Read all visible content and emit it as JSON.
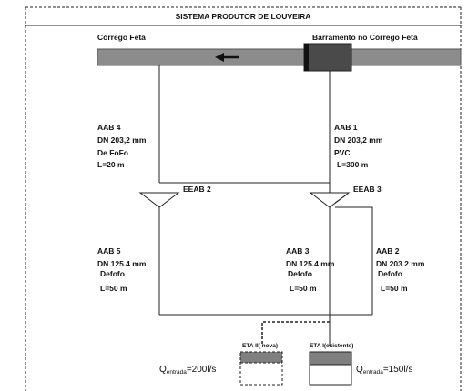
{
  "title": "SISTEMA PRODUTOR DE LOUVEIRA",
  "stream": {
    "left_label": "Córrego Fetá",
    "right_label": "Barramento no Córrego Fetá",
    "flow_arrow_icon": "left-arrow-icon"
  },
  "mains": {
    "aab4": {
      "name": "AAB 4",
      "dn": "DN 203,2 mm",
      "material": "De FoFo",
      "length": "L=20 m"
    },
    "aab1": {
      "name": "AAB 1",
      "dn": "DN 203,2 mm",
      "material": "PVC",
      "length": "L=300 m"
    },
    "aab5": {
      "name": "AAB 5",
      "dn": "DN 125.4 mm",
      "material": "Defofo",
      "length": "L=50 m"
    },
    "aab3": {
      "name": "AAB 3",
      "dn": "DN 125.4 mm",
      "material": "Defofo",
      "length": "L=50 m"
    },
    "aab2": {
      "name": "AAB 2",
      "dn": "DN 203.2 mm",
      "material": "Defofo",
      "length": "L=50 m"
    }
  },
  "pumps": {
    "eeab2": "EEAB 2",
    "eeab3": "EEAB 3"
  },
  "plants": {
    "eta2": {
      "label": "ETA II( nova)",
      "q_symbol": "Q",
      "q_sub": "entrada",
      "q_value": "=200l/s"
    },
    "eta1": {
      "label": "ETA I(existente)",
      "q_symbol": "Q",
      "q_sub": "entrada",
      "q_value": "=150l/s"
    }
  },
  "colors": {
    "stream_fill": "#8c8c8c",
    "dam_fill": "#4a4a4a",
    "tank_top": "#7f7f7f",
    "line": "#222222"
  }
}
